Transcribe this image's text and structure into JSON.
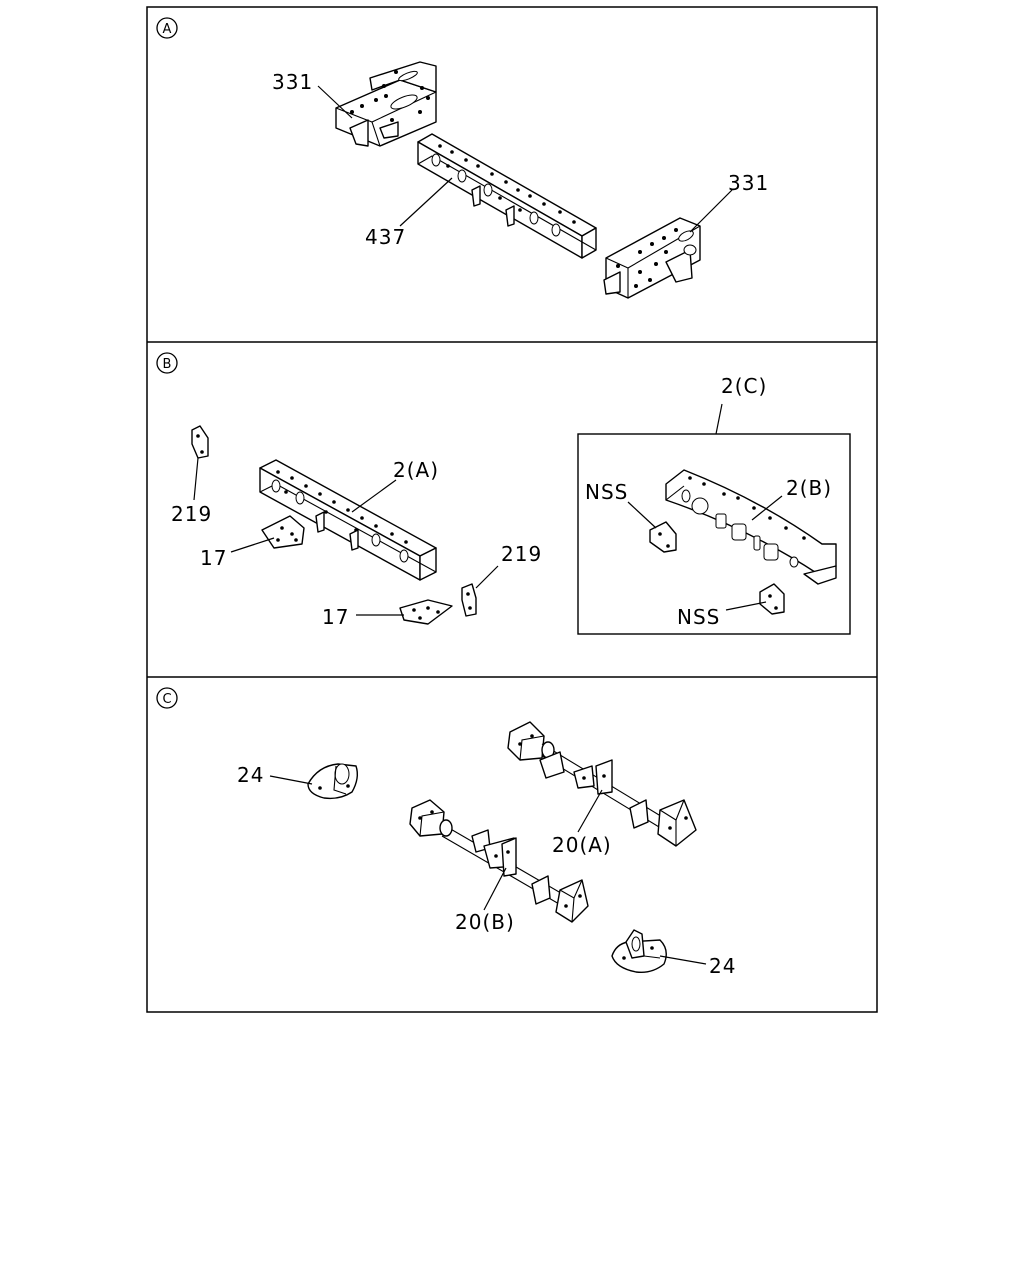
{
  "sections": [
    {
      "marker": "A",
      "labels": {
        "bracket_left": "331",
        "crossmember": "437",
        "bracket_right": "331"
      }
    },
    {
      "marker": "B",
      "labels": {
        "crossmember_a": "2(A)",
        "bracket_top": "219",
        "plate_left": "17",
        "bracket_right": "219",
        "plate_bottom": "17",
        "group_c": "2(C)",
        "crossmember_b": "2(B)",
        "nss_left": "NSS",
        "nss_right": "NSS"
      }
    },
    {
      "marker": "C",
      "labels": {
        "mount_top": "24",
        "crossmember_a": "20(A)",
        "crossmember_b": "20(B)",
        "mount_bottom": "24"
      }
    }
  ]
}
